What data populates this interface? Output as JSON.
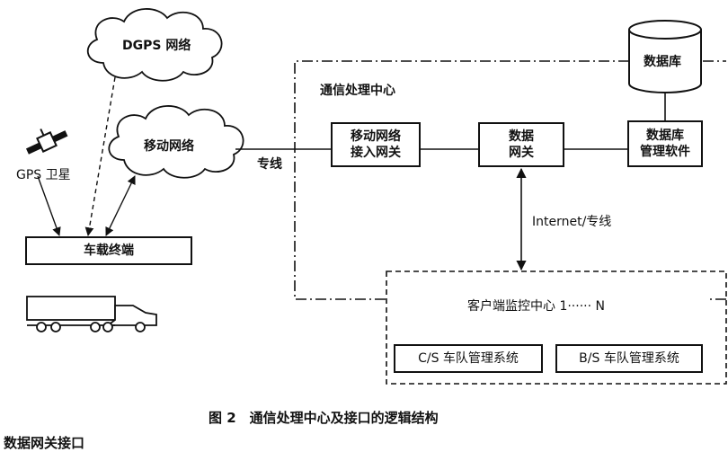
{
  "nodes": {
    "dgps_network": "DGPS 网络",
    "mobile_network": "移动网络",
    "gps_satellite": "GPS 卫星",
    "vehicle_terminal": "车载终端",
    "dedicated_line": "专线",
    "comm_center": "通信处理中心",
    "mobile_gateway_l1": "移动网络",
    "mobile_gateway_l2": "接入网关",
    "data_gateway_l1": "数据",
    "data_gateway_l2": "网关",
    "database": "数据库",
    "db_software_l1": "数据库",
    "db_software_l2": "管理软件",
    "internet_link": "Internet/专线",
    "client_center": "客户端监控中心 1······ N",
    "cs_system": "C/S 车队管理系统",
    "bs_system": "B/S 车队管理系统"
  },
  "caption": "图 2　通信处理中心及接口的逻辑结构",
  "section_heading": "数据网关接口"
}
